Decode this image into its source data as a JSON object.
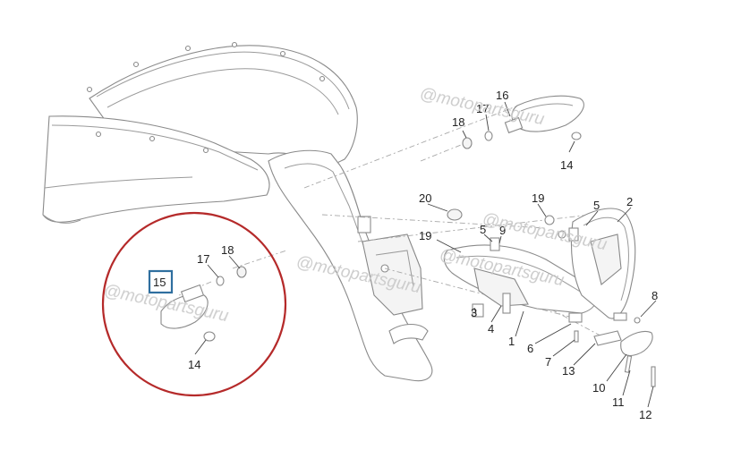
{
  "watermark": "@motopartsguru",
  "highlight_box_color": "#2f6f9f",
  "detail_circle_color": "#b52a2a",
  "labels": {
    "l1": "1",
    "l2": "2",
    "l3": "3",
    "l4": "4",
    "l5a": "5",
    "l5b": "5",
    "l6": "6",
    "l7": "7",
    "l8": "8",
    "l9": "9",
    "l10": "10",
    "l11": "11",
    "l12": "12",
    "l13": "13",
    "l14a": "14",
    "l14b": "14",
    "l15": "15",
    "l16": "16",
    "l17a": "17",
    "l17b": "17",
    "l18a": "18",
    "l18b": "18",
    "l19a": "19",
    "l19b": "19",
    "l20": "20"
  }
}
